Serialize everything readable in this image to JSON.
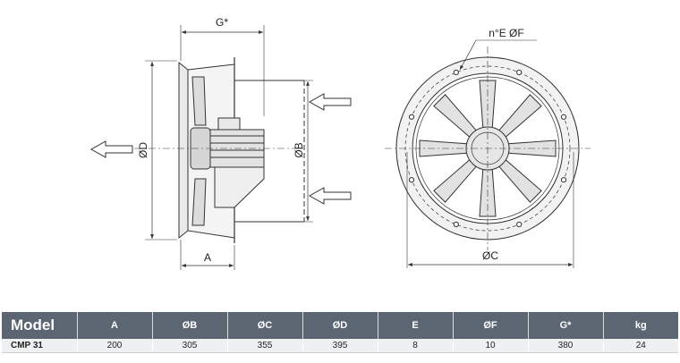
{
  "drawing": {
    "side_view": {
      "labels": {
        "g": "G*",
        "d": "ØD",
        "b": "ØB",
        "a": "A"
      }
    },
    "front_view": {
      "labels": {
        "holes": "n°E  ØF",
        "c": "ØC"
      }
    }
  },
  "table": {
    "headers": [
      "Model",
      "A",
      "ØB",
      "ØC",
      "ØD",
      "E",
      "ØF",
      "G*",
      "kg"
    ],
    "rows": [
      [
        "CMP 31",
        "200",
        "305",
        "355",
        "395",
        "8",
        "10",
        "380",
        "24"
      ]
    ]
  }
}
